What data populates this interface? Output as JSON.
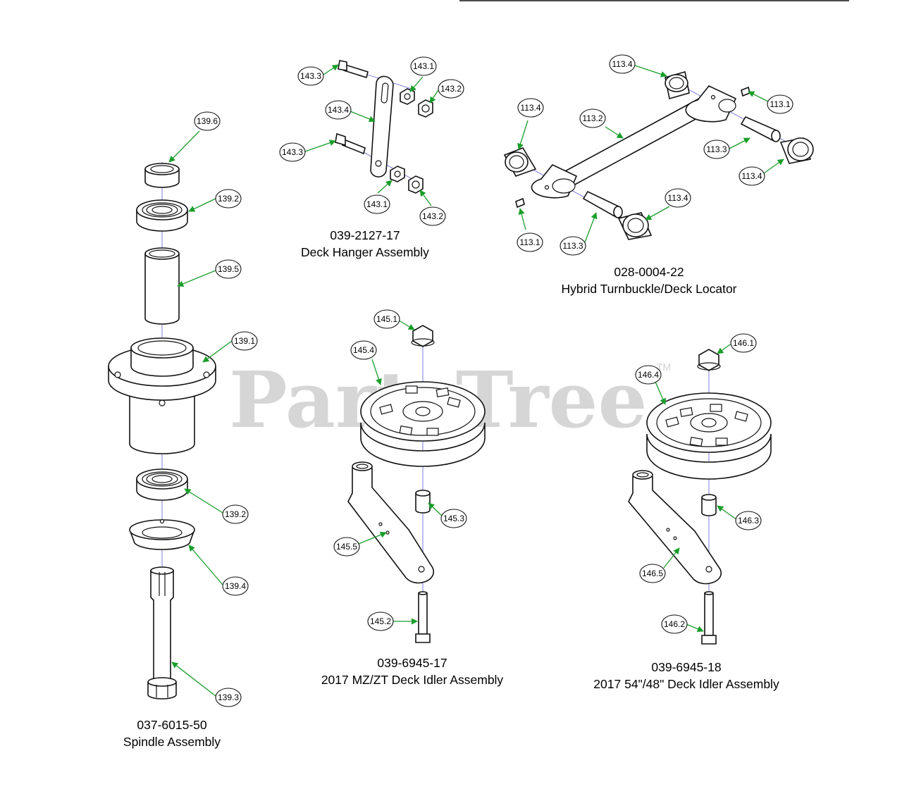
{
  "watermark": {
    "text": "PartsTree",
    "trademark": "TM"
  },
  "assemblies": [
    {
      "part_number": "039-2127-17",
      "name": "Deck Hanger Assembly"
    },
    {
      "part_number": "028-0004-22",
      "name": "Hybrid Turnbuckle/Deck Locator"
    },
    {
      "part_number": "037-6015-50",
      "name": "Spindle Assembly"
    },
    {
      "part_number": "039-6945-17",
      "name": "2017 MZ/ZT Deck Idler Assembly"
    },
    {
      "part_number": "039-6945-18",
      "name": "2017 54\"/48\" Deck Idler Assembly"
    }
  ],
  "callouts": {
    "c139_6": "139.6",
    "c139_2a": "139.2",
    "c139_5": "139.5",
    "c139_1": "139.1",
    "c139_2b": "139.2",
    "c139_4": "139.4",
    "c139_3": "139.3",
    "c143_3a": "143.3",
    "c143_1a": "143.1",
    "c143_2a": "143.2",
    "c143_4": "143.4",
    "c143_3b": "143.3",
    "c143_1b": "143.1",
    "c143_2b": "143.2",
    "c113_4a": "113.4",
    "c113_1a": "113.1",
    "c113_4b": "113.4",
    "c113_2": "113.2",
    "c113_3a": "113.3",
    "c113_4c": "113.4",
    "c113_4d": "113.4",
    "c113_1b": "113.1",
    "c113_3b": "113.3",
    "c145_1": "145.1",
    "c145_4": "145.4",
    "c145_3": "145.3",
    "c145_5": "145.5",
    "c145_2": "145.2",
    "c146_1": "146.1",
    "c146_4": "146.4",
    "c146_3": "146.3",
    "c146_5": "146.5",
    "c146_2": "146.2"
  },
  "colors": {
    "leader": "#1a9e2a",
    "axis": "#5b5bd6",
    "outline": "#111111",
    "watermark": "#cfcfcf"
  }
}
